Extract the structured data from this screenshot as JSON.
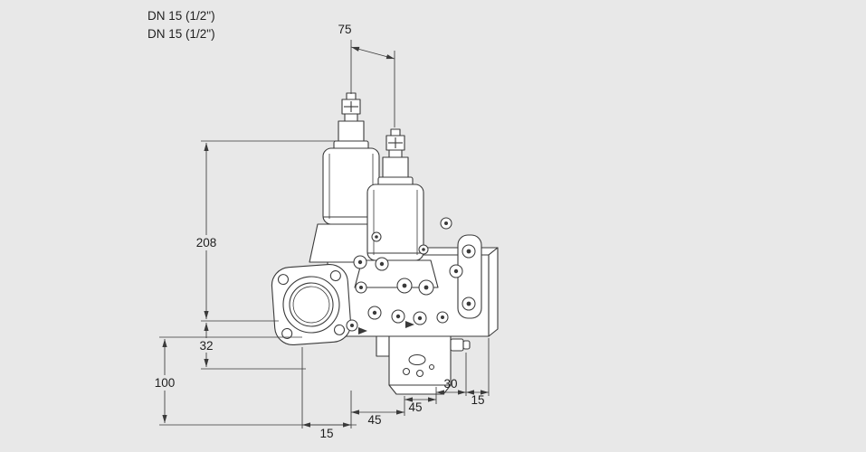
{
  "canvas": {
    "background": "#e8e8e8",
    "line_color": "#3a3a3a",
    "fill_color": "#ffffff"
  },
  "labels": {
    "connection_line1": "DN 15 (1/2\")",
    "connection_line2": "DN 15 (1/2\")"
  },
  "dimensions": {
    "axis_spacing": "75",
    "overall_height": "208",
    "center_to_bottom": "32",
    "lower_height": "100",
    "bottom_left_width": "15",
    "mid_width_a": "45",
    "mid_width_b": "45",
    "right_width": "30",
    "far_right_width": "15"
  }
}
